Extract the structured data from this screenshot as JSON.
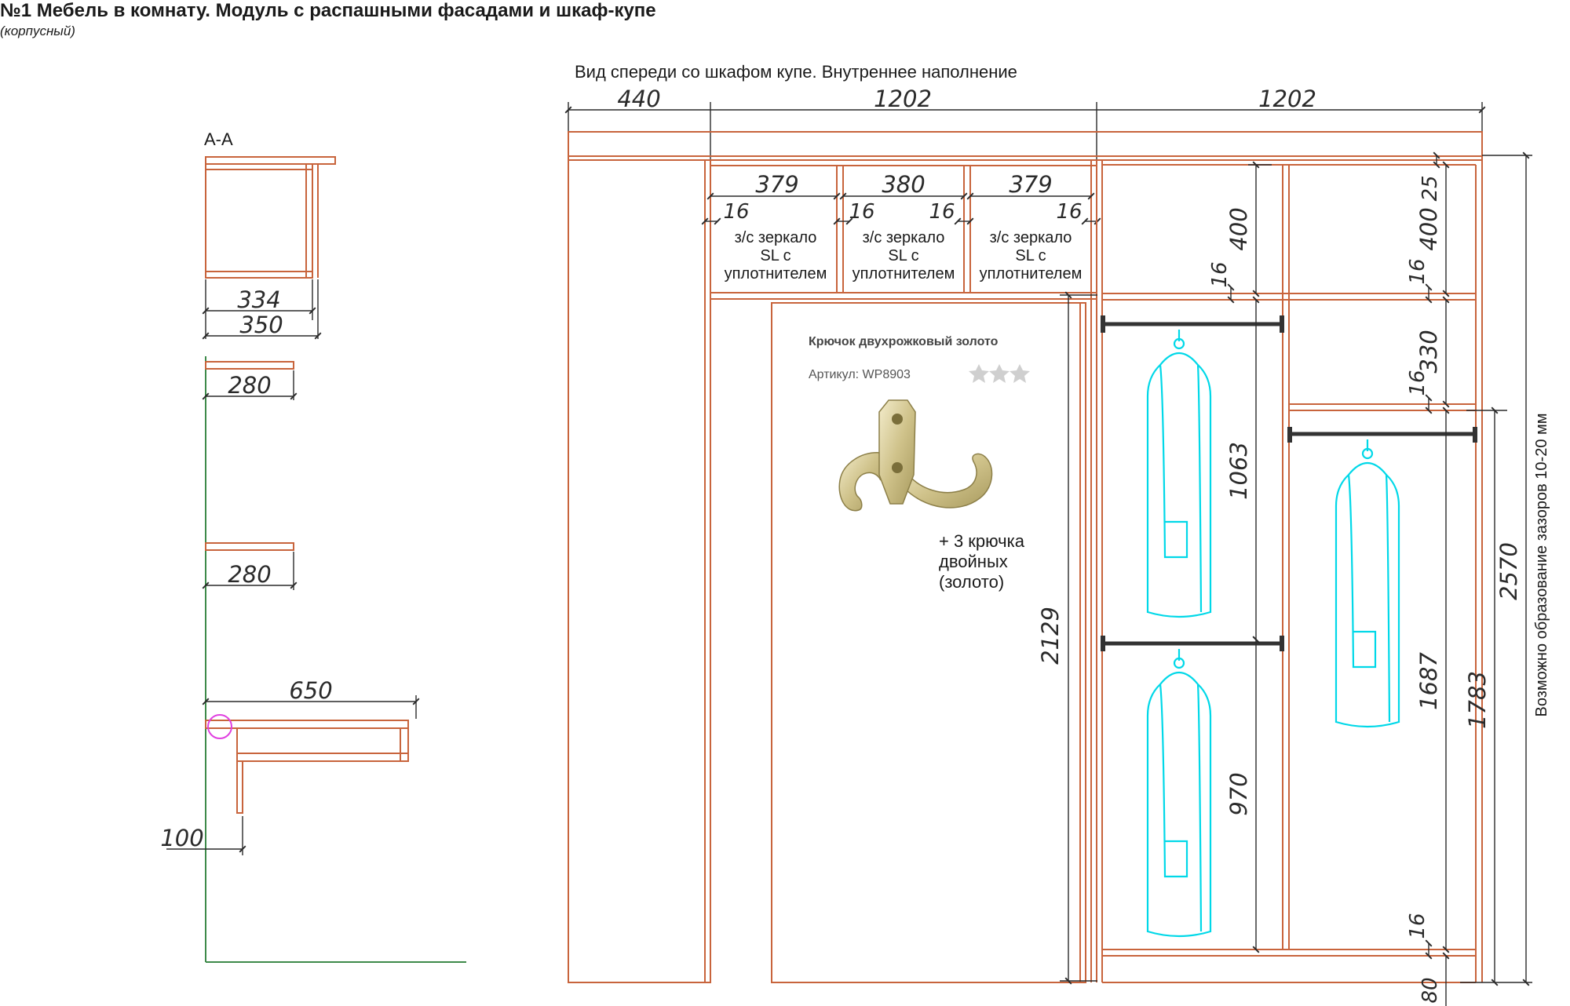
{
  "title": "№1 Мебель в комнату. Модуль с распашными фасадами и шкаф-купе",
  "subtitle": "(корпусный)",
  "front_view": {
    "caption": "Вид спереди со шкафом купе. Внутреннее наполнение",
    "dims_top": [
      "440",
      "1202",
      "1202"
    ],
    "top_cells": [
      "379",
      "380",
      "379"
    ],
    "sixteens": [
      "16",
      "16",
      "16",
      "16"
    ],
    "cell_labels": [
      [
        "з/с зеркало",
        "SL с",
        "уплотнителем"
      ],
      [
        "з/с зеркало",
        "SL с",
        "уплотнителем"
      ],
      [
        "з/с зеркало",
        "SL с",
        "уплотнителем"
      ]
    ],
    "hook": {
      "name": "Крючок двухрожковый золото",
      "article": "Артикул: WP8903",
      "note": [
        "+ 3 крючка",
        "двойных",
        "(золото)"
      ]
    },
    "dims_vertical": {
      "d2129": "2129",
      "d16a": "16",
      "d400a": "400",
      "d1063": "1063",
      "d970": "970",
      "d25": "25",
      "d400b": "400",
      "d16b": "16",
      "d330": "330",
      "d16c": "16",
      "d1687": "1687",
      "d16d": "16",
      "d1783": "1783",
      "d2570": "2570",
      "d80": "80"
    },
    "gap_note": "Возможно образование зазоров 10-20 мм"
  },
  "section_view": {
    "label": "А-А",
    "dims": [
      "334",
      "350",
      "280",
      "280",
      "650",
      "100"
    ]
  }
}
